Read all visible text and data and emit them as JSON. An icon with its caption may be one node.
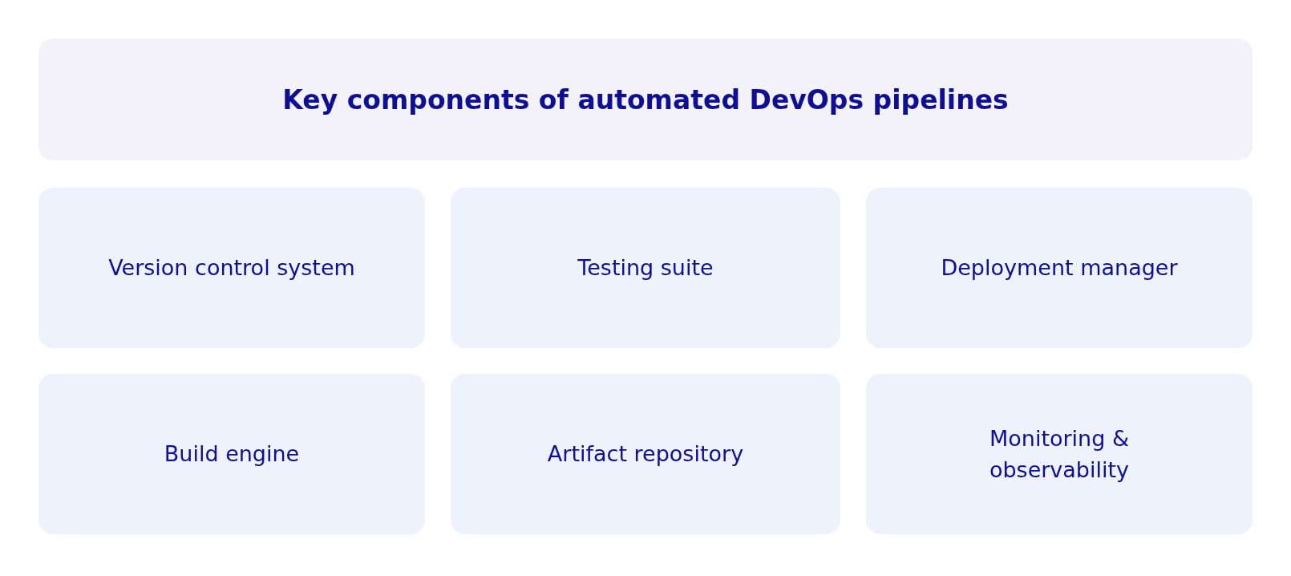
{
  "diagram": {
    "title": "Key components of automated DevOps pipelines",
    "nodes": [
      {
        "text": [
          "Version control system"
        ]
      },
      {
        "text": [
          "Testing suite"
        ]
      },
      {
        "text": [
          "Deployment manager"
        ]
      },
      {
        "text": [
          "Build engine"
        ]
      },
      {
        "text": [
          "Artifact repository"
        ]
      },
      {
        "text": [
          "Monitoring & observability"
        ]
      }
    ]
  }
}
